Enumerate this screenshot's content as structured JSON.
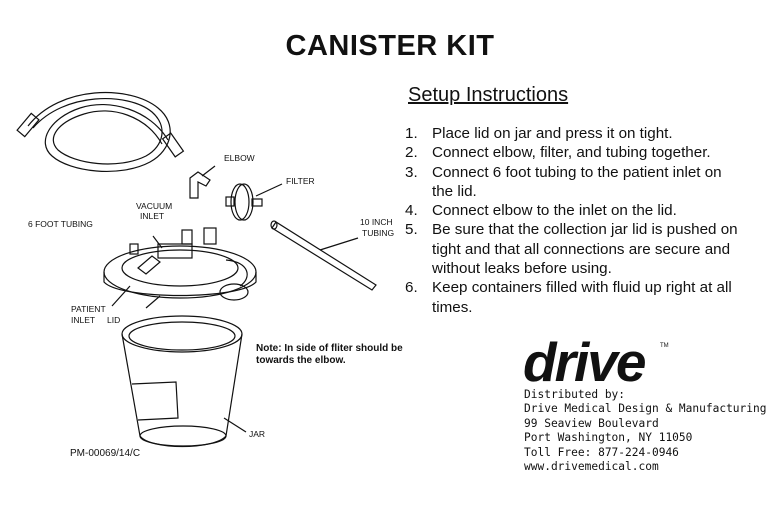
{
  "title": "CANISTER KIT",
  "setup_heading": "Setup Instructions",
  "steps": [
    {
      "num": "1.",
      "text": "Place lid on jar and press it on tight."
    },
    {
      "num": "2.",
      "text": "Connect elbow, filter, and tubing together."
    },
    {
      "num": "3.",
      "text": "Connect 6 foot tubing to the patient inlet on the lid."
    },
    {
      "num": "4.",
      "text": "Connect elbow to the inlet on the lid."
    },
    {
      "num": "5.",
      "text": "Be sure that the collection jar lid is pushed on tight and that all connections are secure and without leaks before using."
    },
    {
      "num": "6.",
      "text": "Keep containers filled with fluid up right at all times."
    }
  ],
  "diagram_labels": {
    "elbow": "ELBOW",
    "filter": "FILTER",
    "vacuum_inlet_1": "VACUUM",
    "vacuum_inlet_2": "INLET",
    "six_foot_tubing": "6 FOOT TUBING",
    "ten_inch_1": "10 INCH",
    "ten_inch_2": "TUBING",
    "patient_inlet_1": "PATIENT",
    "patient_inlet_2": "INLET",
    "lid": "LID",
    "jar": "JAR"
  },
  "note": "Note: In side of fliter should be towards the elbow.",
  "part_number": "PM-00069/14/C",
  "brand": {
    "logo": "drive",
    "trademark": "TM"
  },
  "distribution": {
    "line1": "Distributed by:",
    "line2": "Drive Medical Design & Manufacturing",
    "line3": "99 Seaview Boulevard",
    "line4": "Port Washington, NY 11050",
    "line5": "Toll Free: 877-224-0946",
    "line6": "www.drivemedical.com"
  }
}
